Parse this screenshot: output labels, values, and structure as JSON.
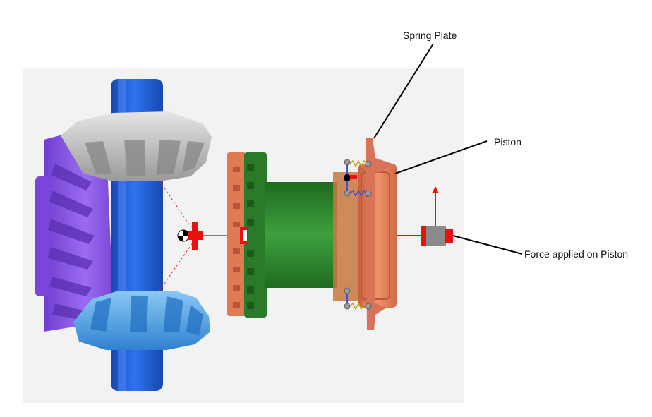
{
  "colors": {
    "viewport_bg": "#f2f2f2",
    "shaft": "#1f5fe0",
    "upper_gear": "#bcbcbc",
    "lower_gear": "#4a9fe6",
    "ring_gear": "#8a55e0",
    "clutch_plates": "#e07a55",
    "clutch_hub": "#2f8a2f",
    "piston": "#e8825a",
    "spring_plate": "#d8735a",
    "joint_marker": "#e81010",
    "spring": "#3a55e0",
    "force_marker": "#e81010",
    "force_block": "#8a8a8a",
    "leader_line": "#000000"
  },
  "icons": [
    "cg-marker-icon",
    "joint-icon",
    "force-icon",
    "spring-icon"
  ],
  "labels": {
    "spring_plate": "Spring Plate",
    "piston": "Piston",
    "force": "Force applied on Piston"
  }
}
